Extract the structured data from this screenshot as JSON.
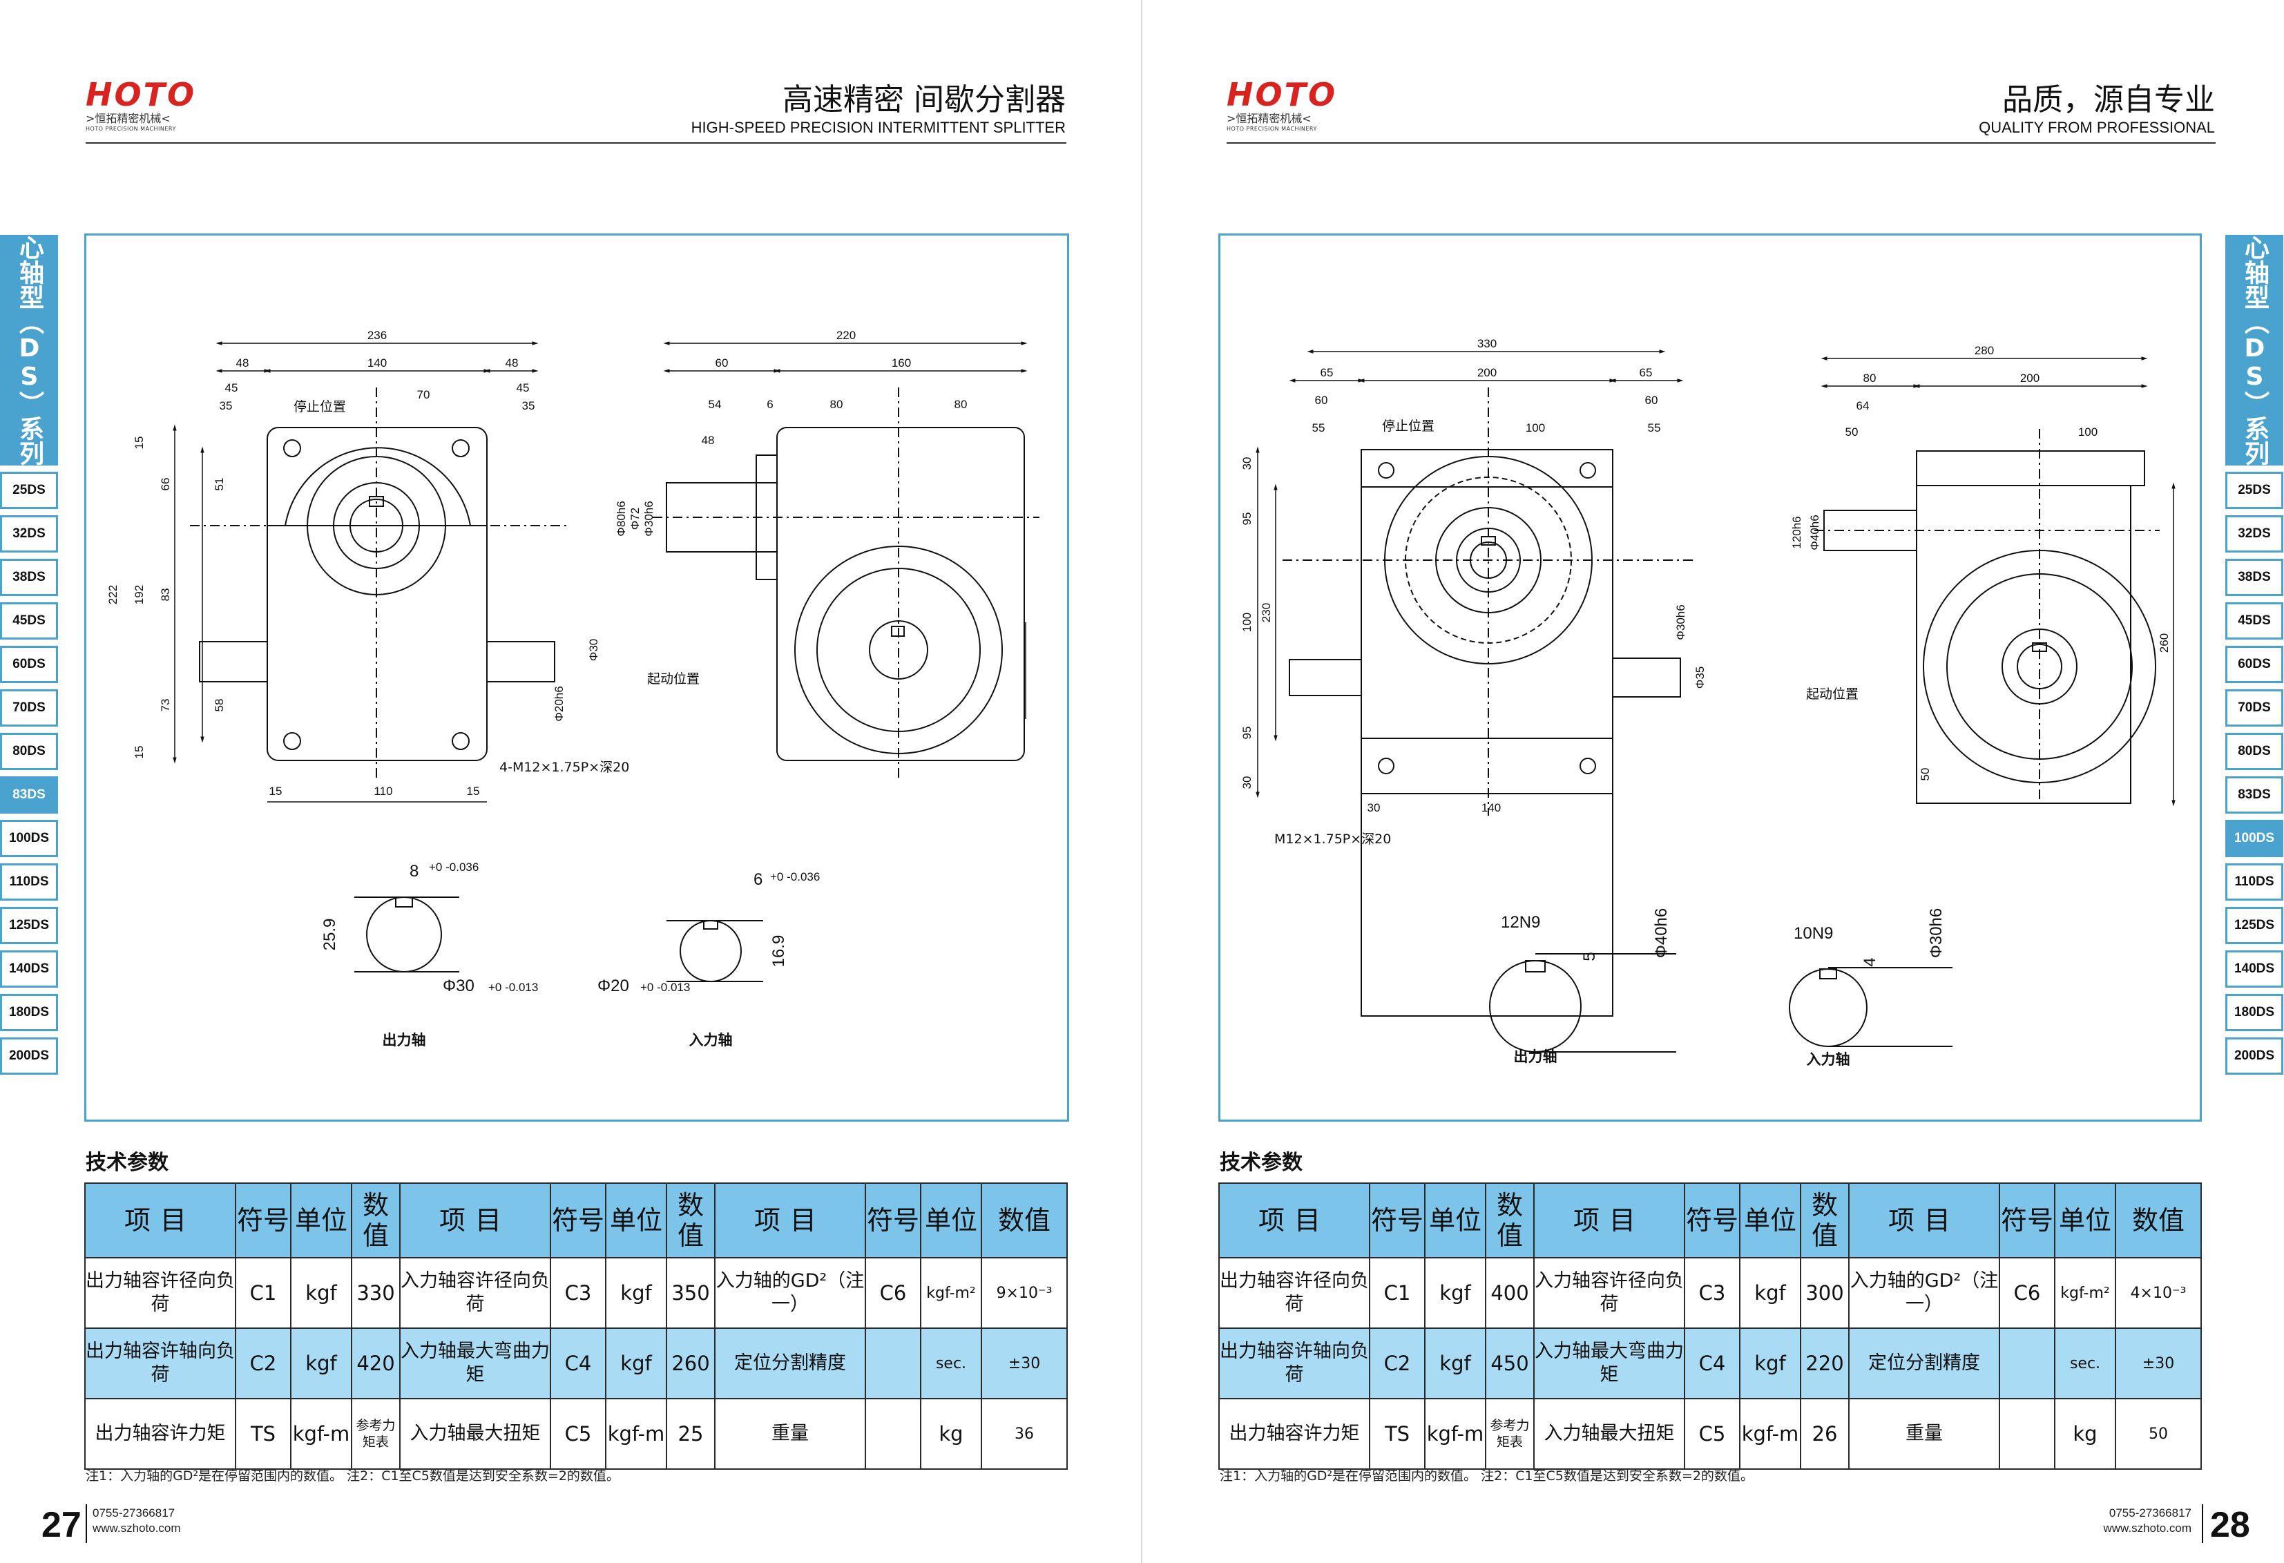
{
  "brand": {
    "name": "HOTO",
    "cn": ">恒拓精密机械<",
    "en": "HOTO PRECISION MACHINERY"
  },
  "left": {
    "title": "高速精密  间歇分割器",
    "subtitle": "HIGH-SPEED PRECISION INTERMITTENT SPLITTER",
    "page_number": "27",
    "phone": "0755-27366817",
    "web": "www.szhoto.com",
    "drawing": {
      "dims_top": [
        "236",
        "48",
        "140",
        "48",
        "45",
        "70",
        "45",
        "35",
        "35"
      ],
      "dims_left": [
        "15",
        "66",
        "51",
        "222",
        "192",
        "83",
        "73",
        "58",
        "15"
      ],
      "dims_bottom": [
        "15",
        "110",
        "15"
      ],
      "stop_label": "停止位置",
      "start_label": "起动位置",
      "hole_note": "4-M12×1.75P×深20",
      "side_dims_top": [
        "220",
        "60",
        "160",
        "54",
        "6",
        "80",
        "80",
        "48"
      ],
      "side_dims_left": [
        "Φ80h6",
        "Φ72",
        "Φ30h6"
      ],
      "side_dims_right": [
        "Φ30",
        "Φ20h6"
      ],
      "out_key": "8",
      "out_key_tol": "+0 -0.036",
      "out_h": "25.9",
      "out_dia": "Φ30",
      "out_dia_tol": "+0 -0.013",
      "in_key": "6",
      "in_key_tol": "+0 -0.036",
      "in_h": "16.9",
      "in_dia": "Φ20",
      "in_dia_tol": "+0 -0.013",
      "output_shaft": "出力轴",
      "input_shaft": "入力轴"
    },
    "tech_title": "技术参数",
    "table": {
      "headers": [
        "项目",
        "符号",
        "单位",
        "数值",
        "项目",
        "符号",
        "单位",
        "数值",
        "项目",
        "符号",
        "单位",
        "数值"
      ],
      "rows": [
        [
          "出力轴容许径向负荷",
          "C1",
          "kgf",
          "330",
          "入力轴容许径向负荷",
          "C3",
          "kgf",
          "350",
          "入力轴的GD²（注一）",
          "C6",
          "kgf-m²",
          "9×10⁻³"
        ],
        [
          "出力轴容许轴向负荷",
          "C2",
          "kgf",
          "420",
          "入力轴最大弯曲力矩",
          "C4",
          "kgf",
          "260",
          "定位分割精度",
          "",
          "sec.",
          "±30"
        ],
        [
          "出力轴容许力矩",
          "TS",
          "kgf-m",
          "参考力矩表",
          "入力轴最大扭矩",
          "C5",
          "kgf-m",
          "25",
          "重量",
          "",
          "kg",
          "36"
        ]
      ]
    },
    "note": "注1：入力轴的GD²是在停留范围内的数值。 注2：C1至C5数值是达到安全系数=2的数值。"
  },
  "right": {
    "title": "品质，源自专业",
    "subtitle": "QUALITY FROM PROFESSIONAL",
    "page_number": "28",
    "phone": "0755-27366817",
    "web": "www.szhoto.com",
    "drawing": {
      "dims_top": [
        "330",
        "65",
        "200",
        "65",
        "60",
        "60",
        "55",
        "100",
        "55"
      ],
      "dims_left": [
        "30",
        "95",
        "100",
        "230",
        "95",
        "30"
      ],
      "dims_bottom": [
        "30",
        "140"
      ],
      "stop_label": "停止位置",
      "start_label": "起动位置",
      "hole_note": "M12×1.75P×深20",
      "front_dims_right": [
        "Φ30h6",
        "Φ35"
      ],
      "side_dims_top": [
        "280",
        "80",
        "200",
        "64",
        "50",
        "100"
      ],
      "side_dims_left": [
        "120h6",
        "Φ40h6"
      ],
      "side_dims_right": [
        "260"
      ],
      "side_dims_bottom": [
        "50"
      ],
      "out_key": "12N9",
      "out_depth": "5",
      "out_dia": "Φ40h6",
      "in_key": "10N9",
      "in_depth": "4",
      "in_dia": "Φ30h6",
      "output_shaft": "出力轴",
      "input_shaft": "入力轴"
    },
    "tech_title": "技术参数",
    "table": {
      "headers": [
        "项目",
        "符号",
        "单位",
        "数值",
        "项目",
        "符号",
        "单位",
        "数值",
        "项目",
        "符号",
        "单位",
        "数值"
      ],
      "rows": [
        [
          "出力轴容许径向负荷",
          "C1",
          "kgf",
          "400",
          "入力轴容许径向负荷",
          "C3",
          "kgf",
          "300",
          "入力轴的GD²（注一）",
          "C6",
          "kgf-m²",
          "4×10⁻³"
        ],
        [
          "出力轴容许轴向负荷",
          "C2",
          "kgf",
          "450",
          "入力轴最大弯曲力矩",
          "C4",
          "kgf",
          "220",
          "定位分割精度",
          "",
          "sec.",
          "±30"
        ],
        [
          "出力轴容许力矩",
          "TS",
          "kgf-m",
          "参考力矩表",
          "入力轴最大扭矩",
          "C5",
          "kgf-m",
          "26",
          "重量",
          "",
          "kg",
          "50"
        ]
      ]
    },
    "note": "注1：入力轴的GD²是在停留范围内的数值。 注2：C1至C5数值是达到安全系数=2的数值。"
  },
  "series_tab": {
    "label": "心轴型（DS）系列"
  },
  "models": [
    "25DS",
    "32DS",
    "38DS",
    "45DS",
    "60DS",
    "70DS",
    "80DS",
    "83DS",
    "100DS",
    "110DS",
    "125DS",
    "140DS",
    "180DS",
    "200DS"
  ],
  "active_model_left": "83DS",
  "active_model_right": "100DS",
  "colors": {
    "accent": "#4aa3cf",
    "header_cell": "#7cc4ea",
    "row_highlight": "#aadbf4",
    "logo": "#d8231f"
  }
}
